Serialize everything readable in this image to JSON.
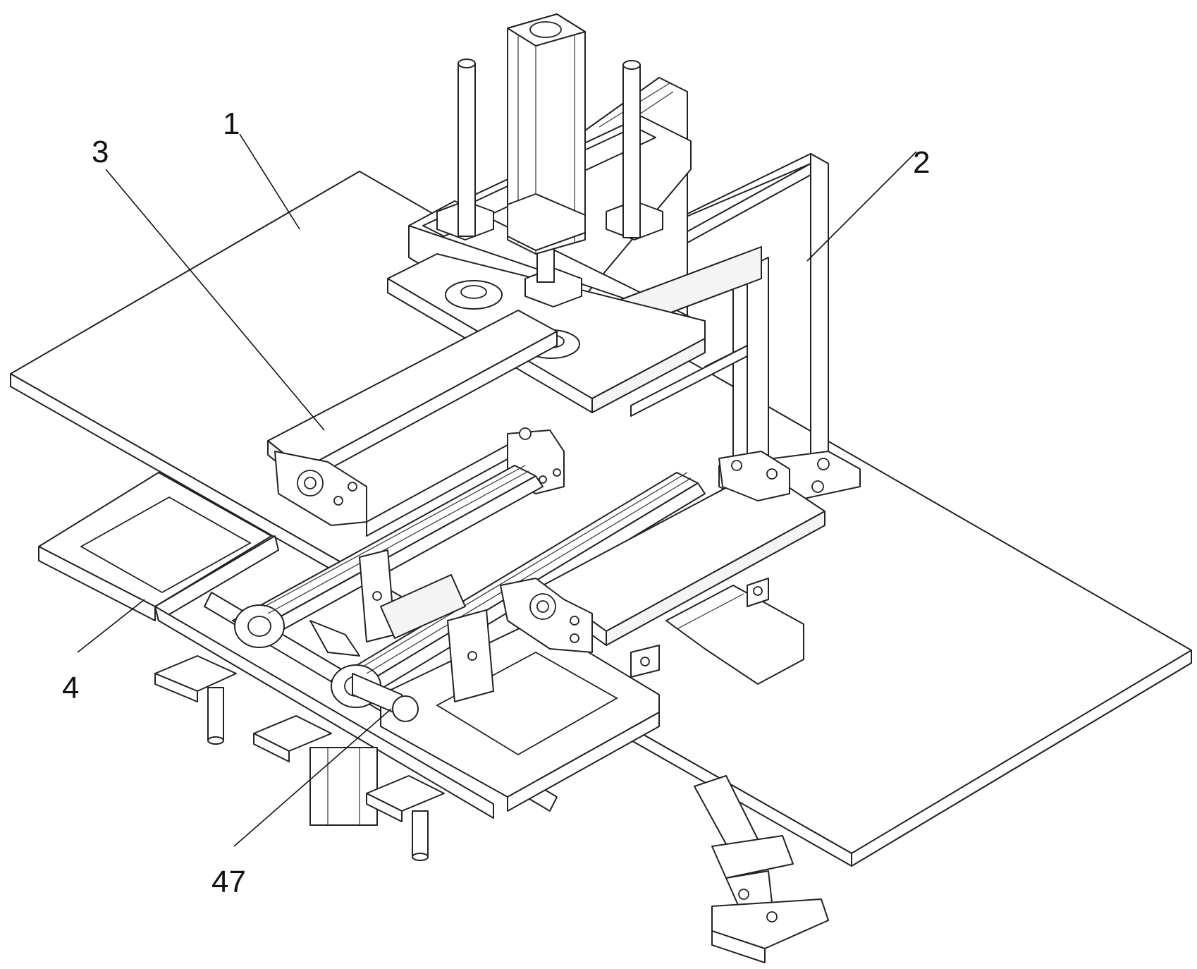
{
  "figure": {
    "callouts": [
      {
        "id": "c1",
        "label": "1"
      },
      {
        "id": "c2",
        "label": "2"
      },
      {
        "id": "c3",
        "label": "3"
      },
      {
        "id": "c4",
        "label": "4"
      },
      {
        "id": "c47",
        "label": "47"
      }
    ]
  }
}
